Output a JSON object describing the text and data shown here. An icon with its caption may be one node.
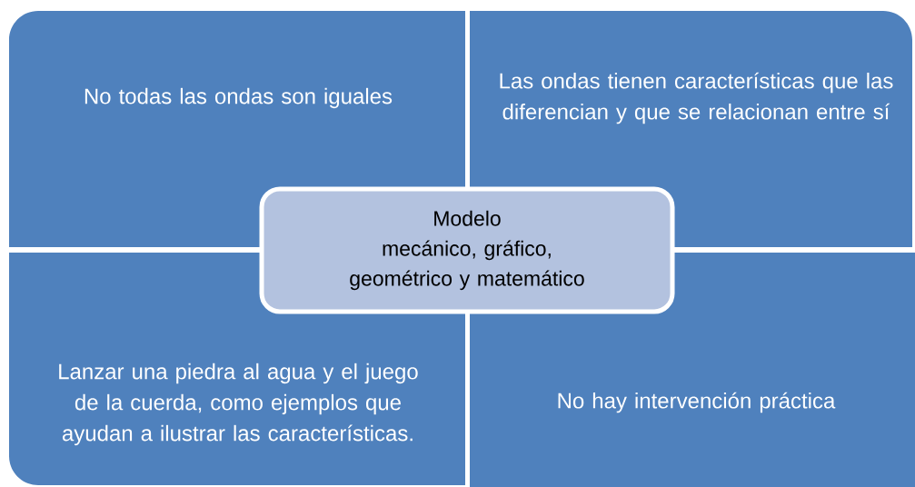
{
  "diagram": {
    "nodes": [
      {
        "text": [
          "No todas las ondas son iguales"
        ]
      },
      {
        "text": [
          "Las ondas tienen características que las diferencian y que se relacionan entre sí"
        ]
      },
      {
        "text": [
          "Modelo",
          "mecánico, gráfico, geométrico y matemático"
        ]
      },
      {
        "text": [
          "Lanzar una piedra al agua y el juego de la cuerda, como ejemplos que ayudan a ilustrar las características."
        ]
      },
      {
        "text": [
          "No hay intervención práctica"
        ]
      }
    ]
  }
}
